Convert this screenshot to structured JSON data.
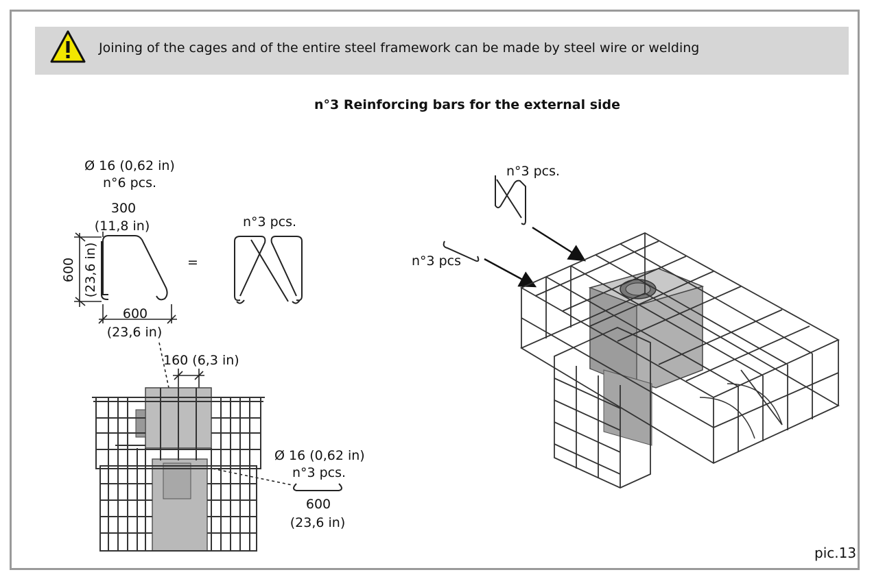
{
  "notice": {
    "icon": "warning-triangle-icon",
    "text": "Joining of the cages and of the entire steel framework can be made by steel wire or welding"
  },
  "title": "n°3 Reinforcing bars for the external side",
  "left_detail": {
    "bar_spec": {
      "diameter": "Ø 16 (0,62 in)",
      "count": "n°6 pcs."
    },
    "top_width": {
      "mm": "300",
      "in": "(11,8 in)"
    },
    "height": {
      "mm": "600",
      "in": "(23,6 in)"
    },
    "bottom_width": {
      "mm": "600",
      "in": "(23,6 in)"
    },
    "equals": "=",
    "pair_count": "n°3 pcs.",
    "spacing": "160 (6,3 in)",
    "hook_bar": {
      "diameter": "Ø 16 (0,62 in)",
      "count": "n°3 pcs.",
      "length_mm": "600",
      "length_in": "(23,6 in)"
    }
  },
  "iso_view": {
    "label_top": "n°3 pcs.",
    "label_left": "n°3 pcs"
  },
  "pic_label": "pic.13"
}
